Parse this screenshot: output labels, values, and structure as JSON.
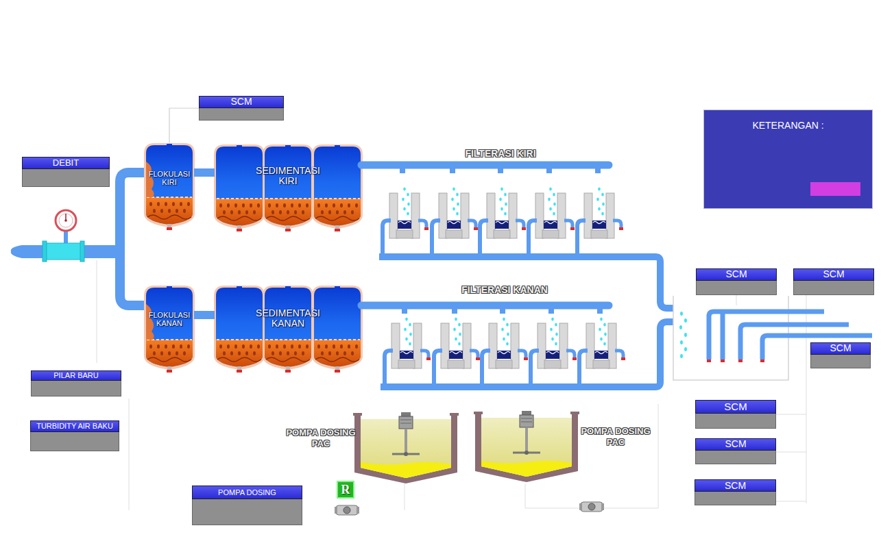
{
  "diagram": {
    "nodes": [
      {
        "text": [
          "SCM"
        ]
      },
      {
        "text": [
          "DEBIT"
        ]
      },
      {
        "text": [
          "FLOKULASI KIRI"
        ]
      },
      {
        "text": [
          "SEDIMENTASI KIRI"
        ]
      },
      {
        "text": [
          "KETERANGAN :"
        ]
      },
      {
        "text": [
          "FLOKULASI KANAN"
        ]
      },
      {
        "text": [
          "SEDIMENTASI KANAN"
        ]
      },
      {
        "text": [
          "SCM"
        ]
      },
      {
        "text": [
          "SCM"
        ]
      },
      {
        "text": [
          "SCM"
        ]
      },
      {
        "text": [
          "PILAR BARU"
        ]
      },
      {
        "text": [
          "SCM"
        ]
      },
      {
        "text": [
          "TURBIDITY AIR BAKU"
        ]
      },
      {
        "text": [
          "SCM"
        ]
      },
      {
        "text": [
          "SCM"
        ]
      },
      {
        "text": [
          "POMPA DOSING"
        ]
      }
    ],
    "edges": [
      {
        "from": 0,
        "to": 2,
        "arrow": "none"
      },
      {
        "from": 2,
        "to": 3,
        "arrow": "none"
      },
      {
        "from": 5,
        "to": 6,
        "arrow": "none"
      }
    ],
    "labels": [
      "FILTERASI KIRI",
      "FILTERASI KANAN",
      "POMPA DOSING PAC",
      "POMPA DOSING PAC",
      "R"
    ]
  }
}
